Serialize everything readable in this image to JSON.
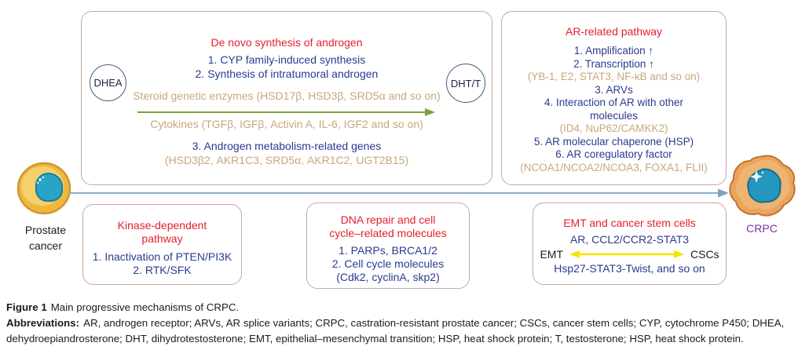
{
  "colors": {
    "title_red": "#e4202c",
    "body_blue": "#2a3b8f",
    "detail_tan": "#c8a77d",
    "arrow_green": "#7f9f3f",
    "arrow_blue": "#7ba2c4",
    "arrow_yellow": "#f5e400",
    "box_border": "#c9a5a2",
    "crpc_purple": "#7733a3"
  },
  "nodes": {
    "prostate_label_line1": "Prostate",
    "prostate_label_line2": "cancer",
    "crpc_label": "CRPC",
    "dhea": "DHEA",
    "dht": "DHT/T"
  },
  "boxes": {
    "de_novo": {
      "title": "De novo synthesis of androgen",
      "item1": "1. CYP family-induced synthesis",
      "item2": "2. Synthesis of intratumoral androgen",
      "enzymes": "Steroid genetic enzymes (HSD17β, HSD3β, SRD5α and so on)",
      "cytokines": "Cytokines (TGFβ, IGFβ, Activin A, IL-6, IGF2 and so on)",
      "item3": "3. Androgen metabolism-related genes",
      "item3_detail": "(HSD3β2, AKR1C3, SRD5α, AKR1C2, UGT2B15)"
    },
    "ar_pathway": {
      "title": "AR-related pathway",
      "item1": "1. Amplification ↑",
      "item2": "2. Transcription ↑",
      "item2_detail": "(YB-1, E2, STAT3, NF-κB and so on)",
      "item3": "3. ARVs",
      "item4_line1": "4. Interaction of AR with other",
      "item4_line2": "molecules",
      "item4_detail": "(ID4, NuP62/CAMKK2)",
      "item5": "5. AR molecular chaperone (HSP)",
      "item6": "6. AR coregulatory factor",
      "item6_detail": "(NCOA1/NCOA2/NCOA3, FOXA1, FLII)"
    },
    "kinase": {
      "title_line1": "Kinase-dependent",
      "title_line2": "pathway",
      "item1": "1. Inactivation of PTEN/PI3K",
      "item2": "2. RTK/SFK"
    },
    "dna_repair": {
      "title_line1": "DNA repair and cell",
      "title_line2": "cycle–related molecules",
      "item1": "1. PARPs, BRCA1/2",
      "item2": "2. Cell cycle molecules",
      "item2_detail": "(Cdk2, cyclinA, skp2)"
    },
    "emt": {
      "title": "EMT and cancer stem cells",
      "line1": "AR, CCL2/CCR2-STAT3",
      "arrow_left_label": "EMT",
      "arrow_right_label": "CSCs",
      "line3": "Hsp27-STAT3-Twist, and so on"
    }
  },
  "caption": {
    "figure_label": "Figure 1",
    "figure_text": "Main progressive mechanisms of CRPC.",
    "abbreviations_label": "Abbreviations:",
    "abbreviations_text": "AR, androgen receptor; ARVs, AR splice variants; CRPC, castration-resistant prostate cancer; CSCs, cancer stem cells; CYP, cytochrome P450; DHEA, dehydroepiandrosterone; DHT, dihydrotestosterone; EMT, epithelial–mesenchymal transition; HSP, heat shock protein; T, testosterone; HSP, heat shock protein."
  }
}
